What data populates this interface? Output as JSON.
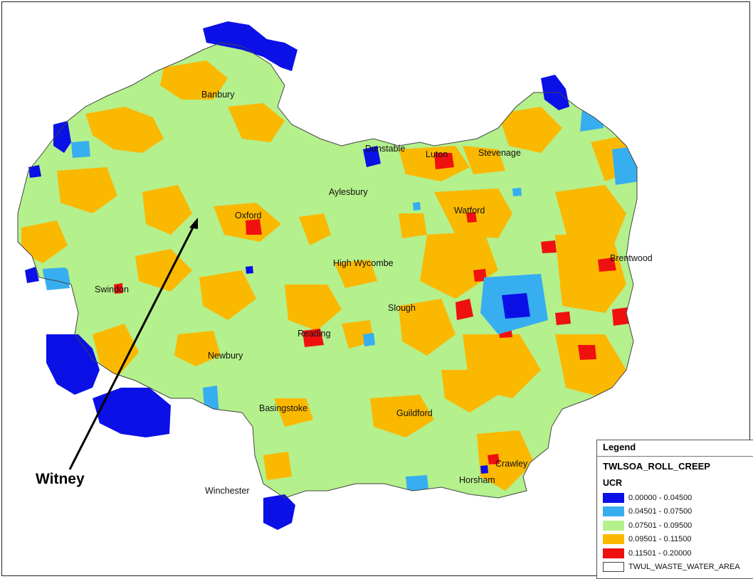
{
  "colors": {
    "class1": "#0a10e6",
    "class2": "#37aef0",
    "class3": "#b4f08c",
    "class4": "#fbb800",
    "class5": "#ef1010",
    "boundary": "#444444"
  },
  "callout": {
    "label": "Witney"
  },
  "places": {
    "banbury": "Banbury",
    "dunstable": "Dunstable",
    "luton": "Luton",
    "stevenage": "Stevenage",
    "aylesbury": "Aylesbury",
    "watford": "Watford",
    "oxford": "Oxford",
    "brentwood": "Brentwood",
    "high_wycombe": "High Wycombe",
    "swindon": "Swindon",
    "slough": "Slough",
    "reading": "Reading",
    "newbury": "Newbury",
    "basingstoke": "Basingstoke",
    "guildford": "Guildford",
    "crawley": "Crawley",
    "horsham": "Horsham",
    "winchester": "Winchester"
  },
  "legend": {
    "title": "Legend",
    "layer": "TWLSOA_ROLL_CREEP",
    "field": "UCR",
    "classes": [
      {
        "label": "0.00000 - 0.04500",
        "color_key": "class1"
      },
      {
        "label": "0.04501 - 0.07500",
        "color_key": "class2"
      },
      {
        "label": "0.07501 - 0.09500",
        "color_key": "class3"
      },
      {
        "label": "0.09501 - 0.11500",
        "color_key": "class4"
      },
      {
        "label": "0.11501 - 0.20000",
        "color_key": "class5"
      }
    ],
    "boundary_label": "TWUL_WASTE_WATER_AREA"
  }
}
